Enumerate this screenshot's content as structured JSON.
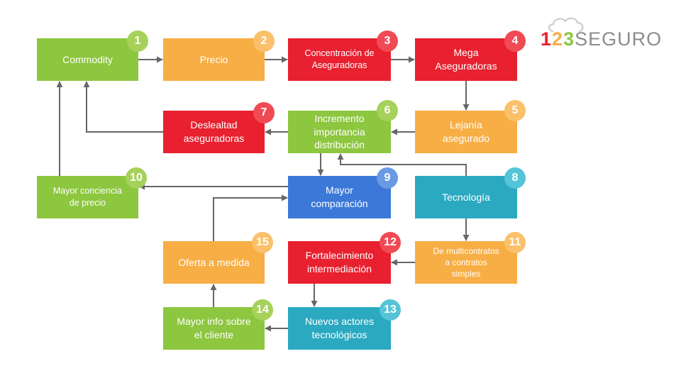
{
  "logo": {
    "d1": "1",
    "d2": "2",
    "d3": "3",
    "word": "SEGURO"
  },
  "colors": {
    "green": "#8dc63f",
    "orange": "#f7ae45",
    "red": "#e8202f",
    "blue": "#3b78d8",
    "teal": "#2aa9c1",
    "arrow": "#666666"
  },
  "nodes": [
    {
      "id": "1",
      "label": "Commodity",
      "color": "green"
    },
    {
      "id": "2",
      "label": "Precio",
      "color": "orange"
    },
    {
      "id": "3",
      "label": "Concentración de\nAseguradoras",
      "color": "red"
    },
    {
      "id": "4",
      "label": "Mega\nAseguradoras",
      "color": "red"
    },
    {
      "id": "5",
      "label": "Lejanía\nasegurado",
      "color": "orange"
    },
    {
      "id": "6",
      "label": "Incremento\nimportancia\ndistribución",
      "color": "green"
    },
    {
      "id": "7",
      "label": "Deslealtad\naseguradoras",
      "color": "red"
    },
    {
      "id": "8",
      "label": "Tecnología",
      "color": "teal"
    },
    {
      "id": "9",
      "label": "Mayor\ncomparación",
      "color": "blue"
    },
    {
      "id": "10",
      "label": "Mayor conciencia\nde precio",
      "color": "green"
    },
    {
      "id": "11",
      "label": "De multicontratos\na contratos\nsimples",
      "color": "orange"
    },
    {
      "id": "12",
      "label": "Fortalecimiento\nintermediación",
      "color": "red"
    },
    {
      "id": "13",
      "label": "Nuevos actores\ntecnológicos",
      "color": "teal"
    },
    {
      "id": "14",
      "label": "Mayor info sobre\nel cliente",
      "color": "green"
    },
    {
      "id": "15",
      "label": "Oferta a medida",
      "color": "orange"
    }
  ],
  "edges": [
    {
      "from": "1",
      "to": "2"
    },
    {
      "from": "2",
      "to": "3"
    },
    {
      "from": "3",
      "to": "4"
    },
    {
      "from": "4",
      "to": "5"
    },
    {
      "from": "5",
      "to": "6"
    },
    {
      "from": "6",
      "to": "7"
    },
    {
      "from": "7",
      "to": "1"
    },
    {
      "from": "6",
      "to": "9"
    },
    {
      "from": "8",
      "to": "6"
    },
    {
      "from": "8",
      "to": "11"
    },
    {
      "from": "9",
      "to": "10"
    },
    {
      "from": "10",
      "to": "1"
    },
    {
      "from": "11",
      "to": "12"
    },
    {
      "from": "12",
      "to": "13"
    },
    {
      "from": "13",
      "to": "14"
    },
    {
      "from": "14",
      "to": "15"
    },
    {
      "from": "15",
      "to": "9"
    }
  ]
}
